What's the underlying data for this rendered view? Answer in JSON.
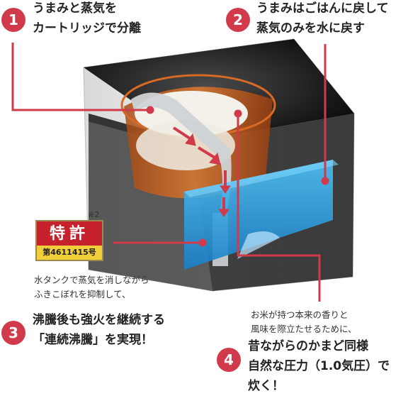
{
  "colors": {
    "accent": "#d13a4a",
    "water": "#2fa3e6",
    "pot": "#c86420"
  },
  "callouts": [
    {
      "num": "1",
      "text": "うまみと蒸気を\nカートリッジで分離"
    },
    {
      "num": "2",
      "text": "うまみはごはんに戻して\n蒸気のみを水に戻す"
    },
    {
      "num": "3",
      "lead": "水タンクで蒸気を消しながら\nふきこぼれを抑制して、",
      "text": "沸騰後も強火を継続する\n「連続沸騰」を実現！"
    },
    {
      "num": "4",
      "lead": "お米が持つ本来の香りと\n風味を際立たせるために、",
      "text": "昔ながらのかまど同様\n自然な圧力（1.0気圧）で\n炊く！"
    }
  ],
  "patent": {
    "note": "※2",
    "title": "特許",
    "number": "第4611415号"
  }
}
